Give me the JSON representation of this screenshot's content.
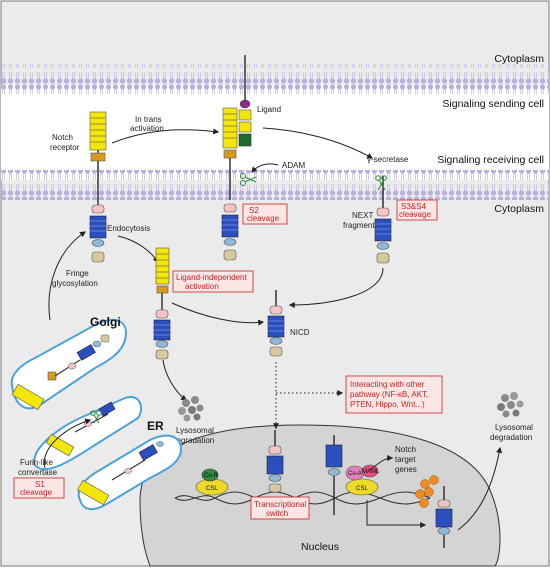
{
  "regions": {
    "cytoplasm_top": "Cytoplasm",
    "sending_cell": "Signaling sending cell",
    "receiving_cell": "Signaling receiving cell",
    "cytoplasm_mid": "Cytoplasm",
    "nucleus": "Nucleus"
  },
  "labels": {
    "notch_receptor_1": "Notch",
    "notch_receptor_2": "receptor",
    "in_trans_1": "In trans",
    "in_trans_2": "activation",
    "ligand": "Ligand",
    "adam": "ADAM",
    "gamma_secretase": "γ-secretase",
    "endocytosis": "Endocytosis",
    "next_1": "NEXT",
    "next_2": "fragment",
    "fringe_1": "Fringe",
    "fringe_2": "glycosylation",
    "nicd": "NICD",
    "golgi": "Golgi",
    "er": "ER",
    "lysosomal_left_1": "Lysosomal",
    "lysosomal_left_2": "degradation",
    "lysosomal_right_1": "Lysosomal",
    "lysosomal_right_2": "degradation",
    "furin_1": "Furin-like",
    "furin_2": "convertase",
    "notch_target_1": "Notch",
    "notch_target_2": "target",
    "notch_target_3": "genes",
    "csl_1": "CSL",
    "csl_2": "CSL",
    "coa": "Co-A",
    "corp": "Co-R",
    "maml": "MAML"
  },
  "red_boxes": {
    "s2_1": "S2",
    "s2_2": "cleavage",
    "s3s4_1": "S3&S4",
    "s3s4_2": "cleavage",
    "ligand_indep_1": "Ligand-independent",
    "ligand_indep_2": "activation",
    "s1_1": "S1",
    "s1_2": "cleavage",
    "transcriptional": "Transcriptional",
    "switch": "switch",
    "interact_1": "Interacting with other",
    "interact_2": "pathway (NF-κB, AKT,",
    "interact_3": "PTEN, Hippo, Wnt...)"
  },
  "colors": {
    "membrane": "#b9aee0",
    "egf": "#f5e60a",
    "nrr": "#d69a1c",
    "ank": "#2c4fbf",
    "ram": "#f3c4c4",
    "tad": "#d7c99e",
    "ligand_dsl": "#1e6b2a",
    "ligand_stem": "#8c2a8c",
    "organelle": "#4aa3d8",
    "nucleus": "#d4d4d4"
  }
}
